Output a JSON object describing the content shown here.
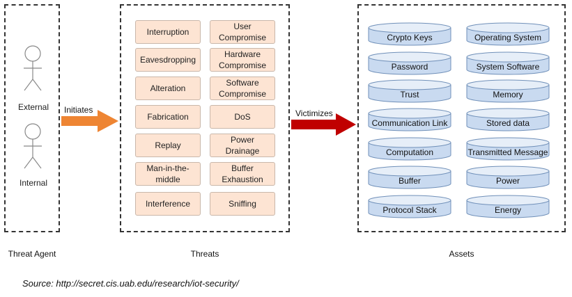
{
  "threat_agent": {
    "actors": [
      "External",
      "Internal"
    ],
    "section_label": "Threat Agent"
  },
  "arrows": {
    "initiates": "Initiates",
    "victimizes": "Victimizes",
    "initiates_color": "#ee8533",
    "victimizes_color": "#c00000"
  },
  "threats": {
    "section_label": "Threats",
    "items": [
      "Interruption",
      "User Compromise",
      "Eavesdropping",
      "Hardware Compromise",
      "Alteration",
      "Software Compromise",
      "Fabrication",
      "DoS",
      "Replay",
      "Power Drainage",
      "Man-in-the-middle",
      "Buffer Exhaustion",
      "Interference",
      "Sniffing"
    ],
    "fill_color": "#fde4d3"
  },
  "assets": {
    "section_label": "Assets",
    "items": [
      "Crypto Keys",
      "Operating System",
      "Password",
      "System Software",
      "Trust",
      "Memory",
      "Communication Link",
      "Stored data",
      "Computation",
      "Transmitted Message",
      "Buffer",
      "Power",
      "Protocol Stack",
      "Energy"
    ],
    "fill_color": "#c9daf0"
  },
  "source": "Source: http://secret.cis.uab.edu/research/iot-security/"
}
